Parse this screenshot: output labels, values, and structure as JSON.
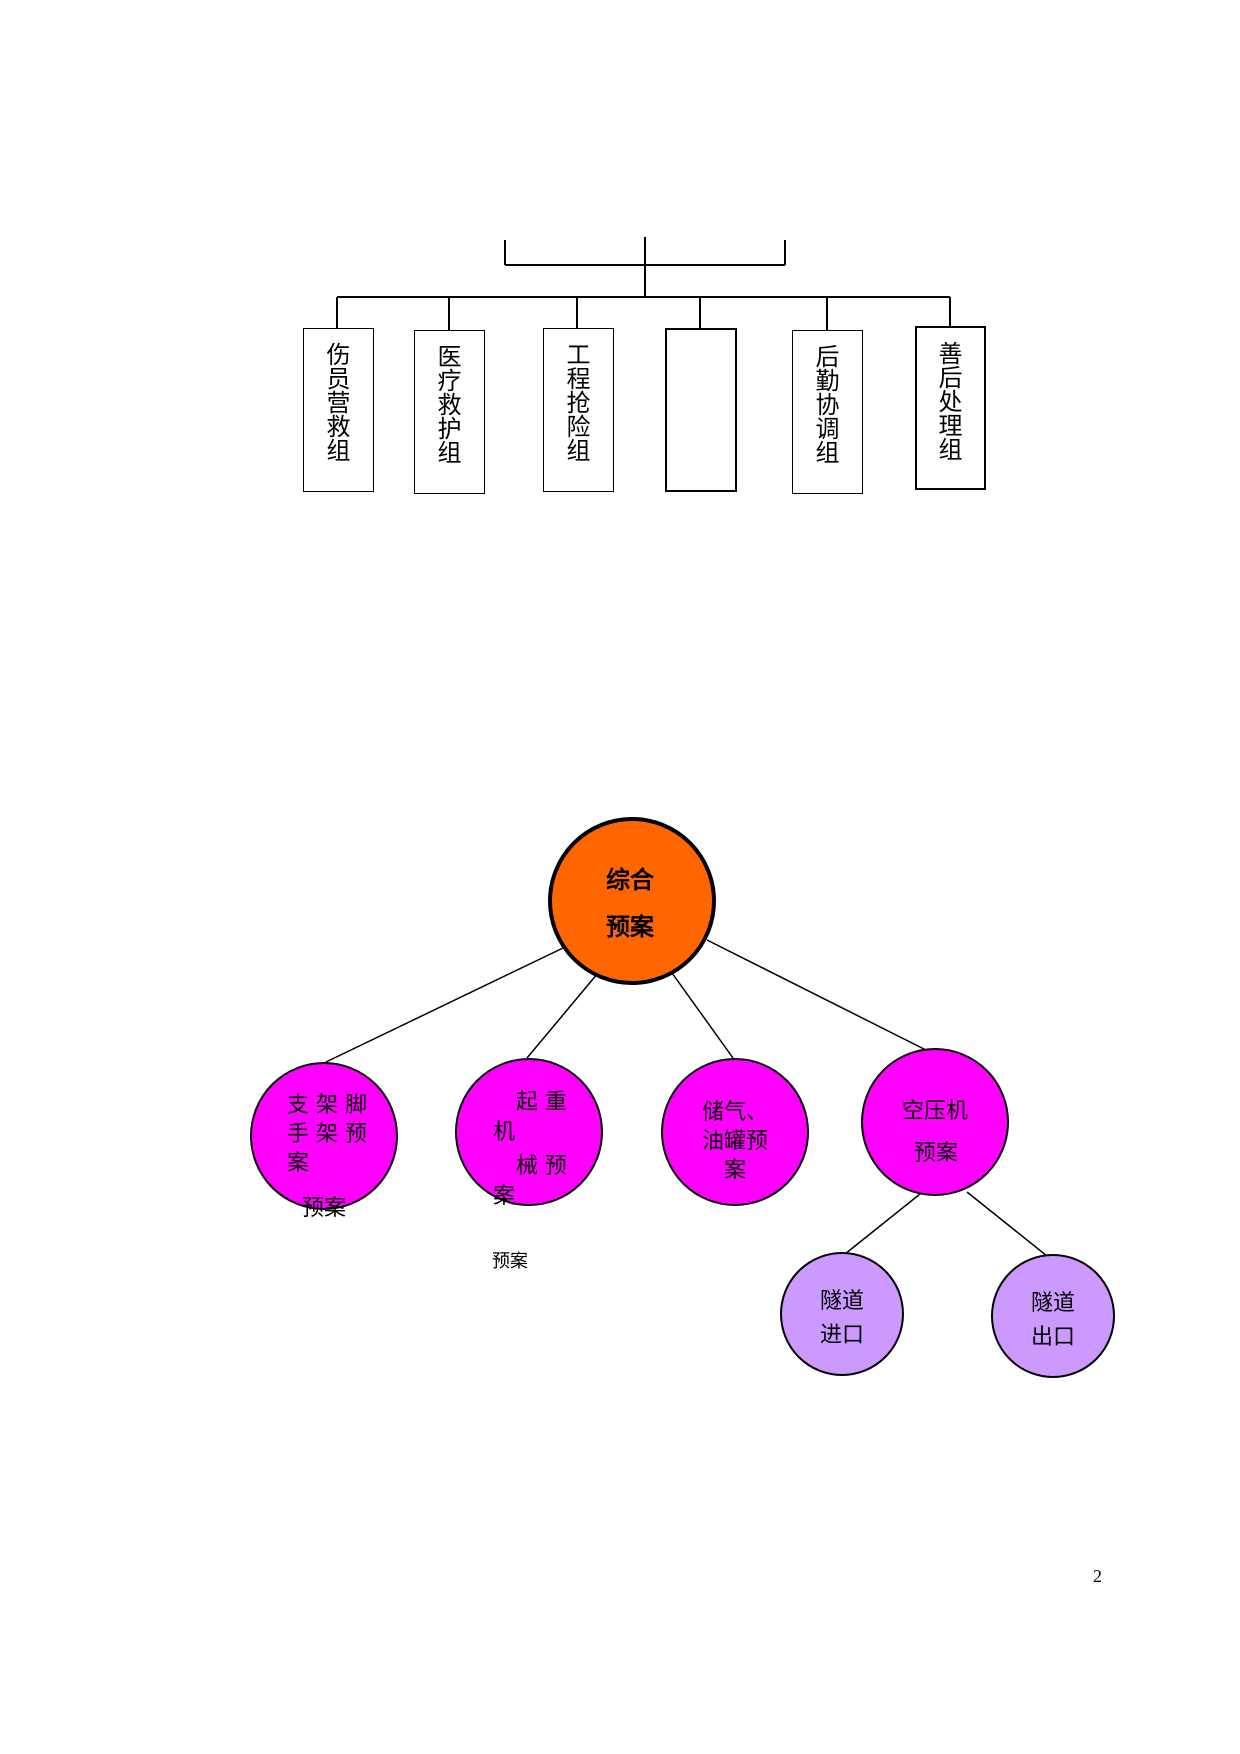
{
  "org_chart": {
    "groups": [
      {
        "label": "伤员营救组"
      },
      {
        "label": "医疗救护组"
      },
      {
        "label": "工程抢险组"
      },
      {
        "label": ""
      },
      {
        "label": "后勤协调组"
      },
      {
        "label": "善后处理组"
      }
    ]
  },
  "title": "事故应急预案图:",
  "plan_tree": {
    "root": {
      "line1": "综合",
      "line2": "预案",
      "color": "#ff6600"
    },
    "children": [
      {
        "lines": [
          "支 架 脚",
          "手 架 预",
          "案"
        ],
        "extra": "预案",
        "color": "#ff00ff"
      },
      {
        "lines": [
          "起 重",
          "机",
          "械 预",
          "案"
        ],
        "extra": "预案",
        "color": "#ff00ff"
      },
      {
        "lines": [
          "储气、",
          "油罐预",
          "案"
        ],
        "color": "#ff00ff"
      },
      {
        "lines": [
          "空压机",
          "预案"
        ],
        "color": "#ff00ff"
      }
    ],
    "grandchildren": [
      {
        "lines": [
          "隧道",
          "进口"
        ],
        "color": "#cc99ff"
      },
      {
        "lines": [
          "隧道",
          "出口"
        ],
        "color": "#cc99ff"
      }
    ]
  },
  "page_number": "2"
}
